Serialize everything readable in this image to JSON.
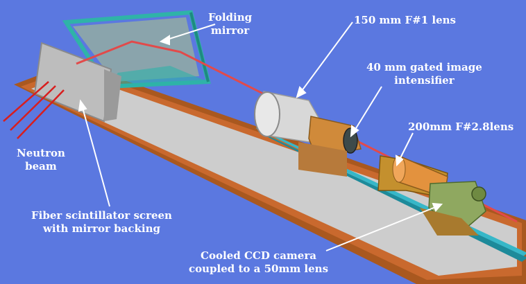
{
  "labels": {
    "folding_mirror": [
      "Folding",
      "mirror"
    ],
    "lens_150": "150 mm F#1 lens",
    "intensifier": [
      "40 mm gated image",
      "intensifier"
    ],
    "lens_200": "200mm F#2.8lens",
    "neutron_beam": [
      "Neutron",
      "beam"
    ],
    "scintillator": [
      "Fiber scintillator screen",
      "with mirror backing"
    ],
    "ccd_camera": [
      "Cooled CCD camera",
      "coupled to a 50mm lens"
    ]
  },
  "colors": {
    "background": "#5b78e0",
    "frame_wood": "#b4622c",
    "table_top": "#cfcfcf",
    "rail": "#35b6c8",
    "beam_line": "#e24a4a",
    "brass": "#c08a2e",
    "copper": "#d9893a",
    "camera_green": "#8fa860"
  }
}
